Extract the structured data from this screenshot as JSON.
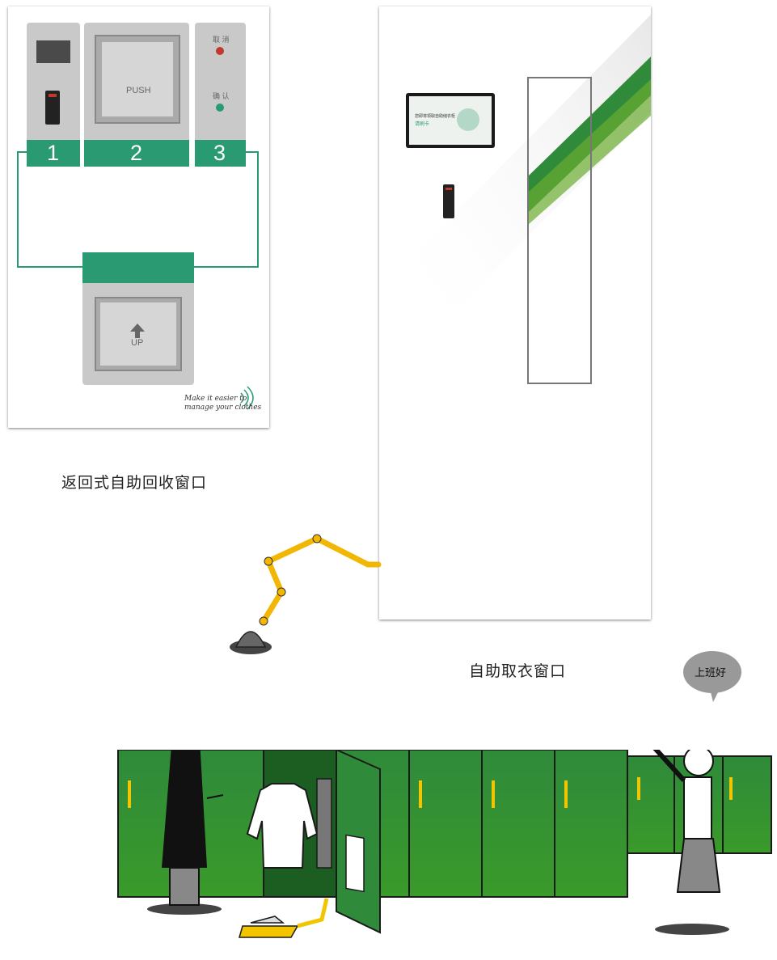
{
  "recycle_panel": {
    "cancel_label": "取 消",
    "confirm_label": "确 认",
    "steps": [
      "1",
      "2",
      "3"
    ],
    "push_label": "PUSH",
    "up_label": "UP",
    "tagline_line1": "Make it easier to",
    "tagline_line2": "manage your clothes"
  },
  "captions": {
    "recycle_window": "返回式自助回收窗口",
    "pickup_window": "自助取衣窗口"
  },
  "pickup_panel": {
    "screen_text_line1": "您即将领取自助储衣柜",
    "screen_text_line2": "请刷卡"
  },
  "speech_bubble": "上班好",
  "colors": {
    "accent_green": "#2a9a72",
    "locker_green": "#2f8a3a",
    "arm_yellow": "#f2b705",
    "panel_gray": "#c8c8c8"
  }
}
